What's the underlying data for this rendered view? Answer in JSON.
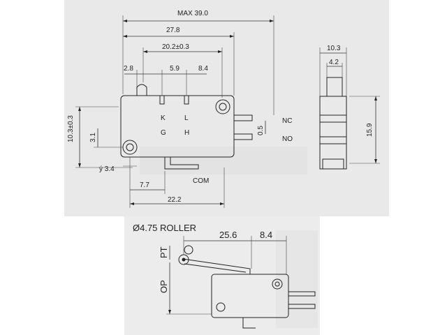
{
  "top_view": {
    "max_length": "MAX 39.0",
    "body_length": "27.8",
    "terminal_span": "20.2±0.3",
    "pin_offset": "2.8",
    "pin_gap_1": "5.9",
    "pin_gap_2": "8.4",
    "height": "10.3±0.3",
    "hole_offset": "3.1",
    "hole_dia": "ý 3.4",
    "com_offset": "7.7",
    "com_span": "22.2",
    "terminal_gap": "0.5",
    "label_k": "K",
    "label_l": "L",
    "label_g": "G",
    "label_h": "H",
    "nc": "NC",
    "no": "NO",
    "com": "COM"
  },
  "side_view": {
    "width": "10.3",
    "inner_width": "4.2",
    "height": "15.9"
  },
  "roller_view": {
    "roller": "Ø4.75 ROLLER",
    "lever_length": "25.6",
    "gap": "8.4",
    "pt": "PT",
    "op": "OP"
  }
}
